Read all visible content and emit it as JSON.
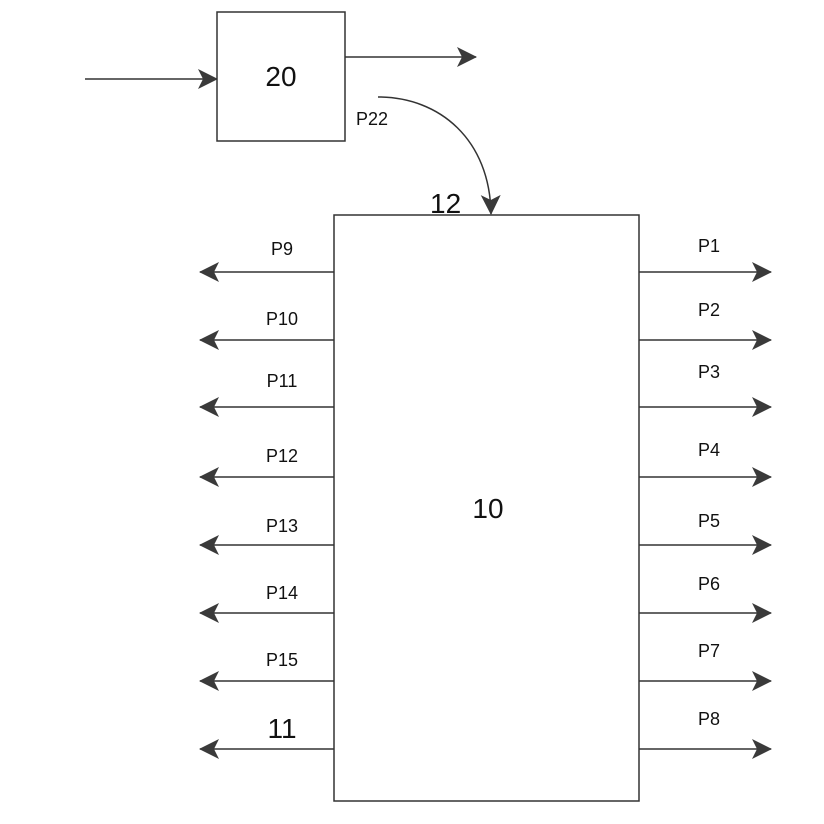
{
  "block_20": {
    "label": "20"
  },
  "block_10": {
    "label": "10"
  },
  "labels": {
    "p22": "P22",
    "ref_12": "12",
    "ref_11": "11"
  },
  "left_ports": [
    "P9",
    "P10",
    "P11",
    "P12",
    "P13",
    "P14",
    "P15"
  ],
  "right_ports": [
    "P1",
    "P2",
    "P3",
    "P4",
    "P5",
    "P6",
    "P7",
    "P8"
  ],
  "colors": {
    "line": "#333333",
    "arrowhead": "#3a3a3a",
    "text": "#111111"
  }
}
